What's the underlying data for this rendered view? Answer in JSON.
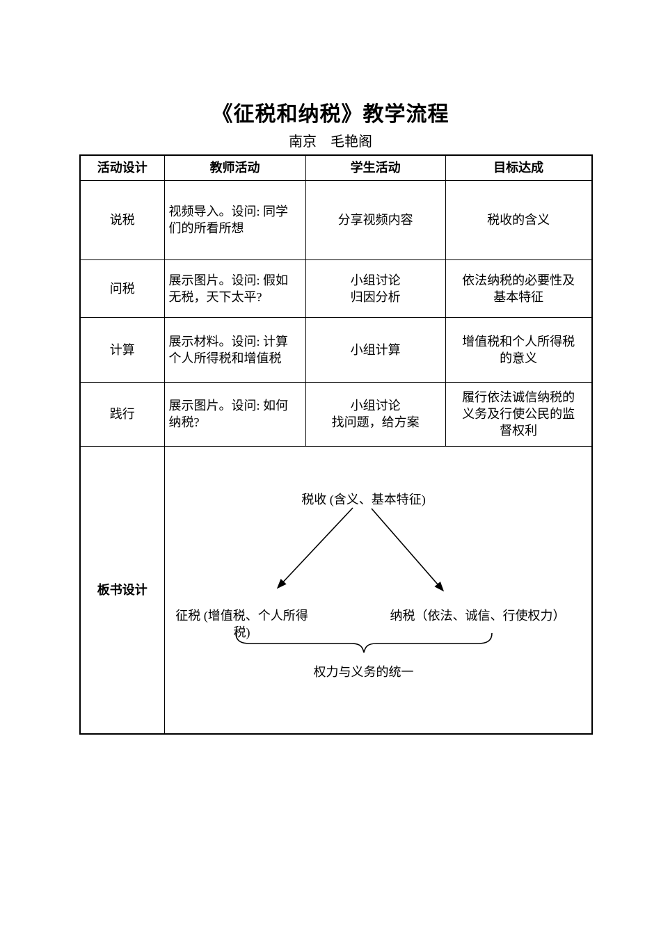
{
  "colors": {
    "text": "#000000",
    "background": "#ffffff",
    "border": "#000000"
  },
  "document": {
    "title": "《征税和纳税》教学流程",
    "author_line": "南京　毛艳阁"
  },
  "table": {
    "headers": [
      "活动设计",
      "教师活动",
      "学生活动",
      "目标达成"
    ],
    "rows": [
      {
        "activity": "说税",
        "teacher": "视频导入。设问: 同学\n们的所看所想",
        "student": "分享视频内容",
        "target": "税收的含义"
      },
      {
        "activity": "问税",
        "teacher": "展示图片。设问: 假如\n无税，天下太平?",
        "student": "小组讨论\n归因分析",
        "target": "依法纳税的必要性及\n基本特征"
      },
      {
        "activity": "计算",
        "teacher": "展示材料。设问: 计算\n个人所得税和增值税",
        "student": "小组计算",
        "target": "增值税和个人所得税\n的意义"
      },
      {
        "activity": "践行",
        "teacher": "展示图片。设问: 如何\n纳税?",
        "student": "小组讨论\n找问题，给方案",
        "target": "履行依法诚信纳税的\n义务及行使公民的监\n督权利"
      }
    ],
    "board_label": "板书设计"
  },
  "diagram": {
    "top_node": "税收 (含义、基本特征)",
    "left_node": "征税 (增值税、个人所得税)",
    "right_node": "纳税（依法、诚信、行使权力）",
    "bottom_node": "权力与义务的统一"
  }
}
